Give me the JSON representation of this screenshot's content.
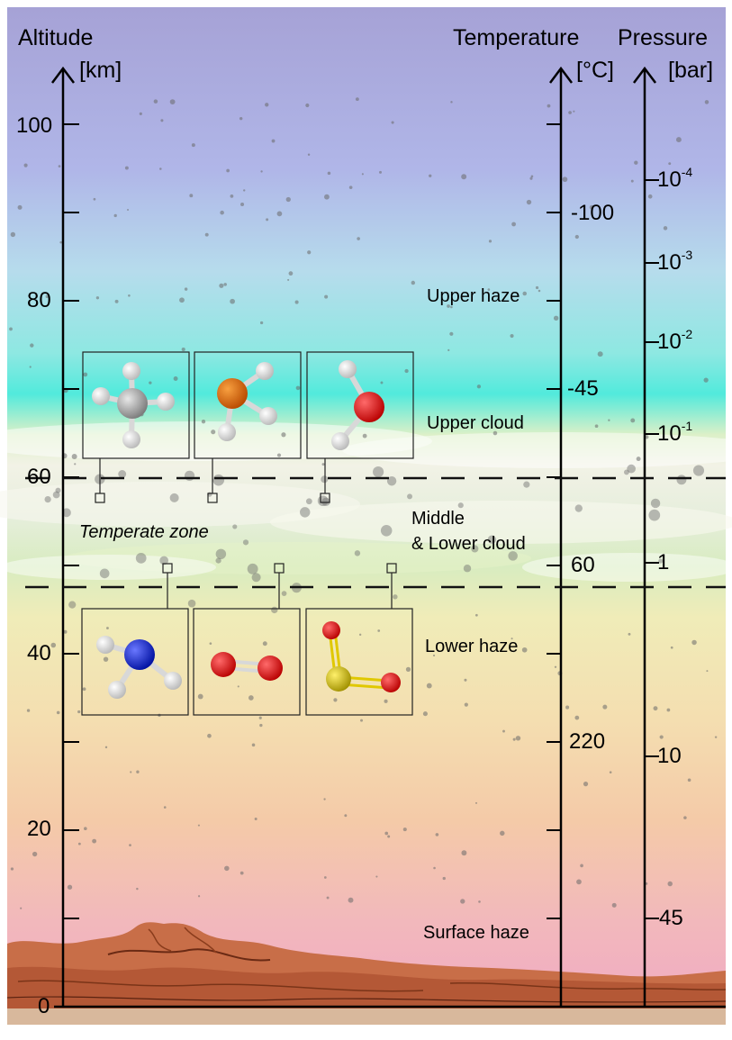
{
  "axes": {
    "altitude": {
      "title": "Altitude",
      "unit": "[km]",
      "ticks": [
        "100",
        "80",
        "60",
        "40",
        "20",
        "0"
      ]
    },
    "temperature": {
      "title": "Temperature",
      "unit": "[°C]",
      "ticks": [
        "-100",
        "-45",
        "60",
        "220"
      ]
    },
    "pressure": {
      "title": "Pressure",
      "unit": "[bar]",
      "ticks": [
        {
          "base": "10",
          "exp": "-4"
        },
        {
          "base": "10",
          "exp": "-3"
        },
        {
          "base": "10",
          "exp": "-2"
        },
        {
          "base": "10",
          "exp": "-1"
        },
        {
          "base": "1",
          "exp": ""
        },
        {
          "base": "10",
          "exp": ""
        },
        {
          "base": "45",
          "exp": ""
        }
      ]
    }
  },
  "layers": {
    "upper_haze": "Upper haze",
    "upper_cloud": "Upper cloud",
    "middle_cloud_1": "Middle",
    "middle_cloud_2": "& Lower cloud",
    "temperate_zone": "Temperate zone",
    "lower_haze": "Lower haze",
    "surface_haze": "Surface haze"
  },
  "molecules": [
    "methane",
    "phosphine",
    "water",
    "ammonia",
    "oxygen",
    "sulfur-dioxide"
  ],
  "colors": {
    "sky_top": "#a8a4d8",
    "cloud_cyan": "#4fe8d8",
    "haze_yellow": "#f2e4a8",
    "haze_pink": "#f0b0c4",
    "rock": "#c8704a",
    "carbon": "#a0a0a0",
    "hydrogen": "#ffffff",
    "phosphorus": "#e06010",
    "oxygen": "#e01818",
    "nitrogen": "#1828e8",
    "sulfur": "#e0c800"
  }
}
